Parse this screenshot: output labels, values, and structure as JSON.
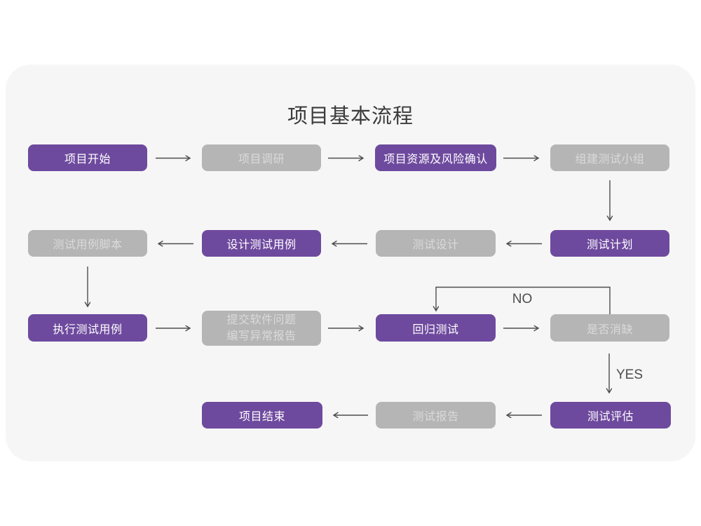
{
  "title": "项目基本流程",
  "colors": {
    "primary_box": "#6e4a9e",
    "primary_text": "#ffffff",
    "secondary_box": "#b5b5b5",
    "secondary_text": "#dadada",
    "arrow": "#4d4d4d",
    "card_background": "#f6f6f6",
    "page_background": "#ffffff",
    "title_text": "#3b3b3b"
  },
  "branch_labels": {
    "no": "NO",
    "yes": "YES"
  },
  "nodes": [
    {
      "id": "project-start",
      "label": "项目开始",
      "variant": "primary"
    },
    {
      "id": "project-research",
      "label": "项目调研",
      "variant": "secondary"
    },
    {
      "id": "resource-risk-confirm",
      "label": "项目资源及风险确认",
      "variant": "primary"
    },
    {
      "id": "build-test-team",
      "label": "组建测试小组",
      "variant": "secondary"
    },
    {
      "id": "test-case-script",
      "label": "测试用例脚本",
      "variant": "secondary"
    },
    {
      "id": "design-test-cases",
      "label": "设计测试用例",
      "variant": "primary"
    },
    {
      "id": "test-design",
      "label": "测试设计",
      "variant": "secondary"
    },
    {
      "id": "test-plan",
      "label": "测试计划",
      "variant": "primary"
    },
    {
      "id": "execute-test-cases",
      "label": "执行测试用例",
      "variant": "primary"
    },
    {
      "id": "submit-issue-report",
      "label": "提交软件问题\n编写异常报告",
      "variant": "secondary"
    },
    {
      "id": "regression-test",
      "label": "回归测试",
      "variant": "primary"
    },
    {
      "id": "defect-cleared",
      "label": "是否消缺",
      "variant": "secondary"
    },
    {
      "id": "project-end",
      "label": "项目结束",
      "variant": "primary"
    },
    {
      "id": "test-report",
      "label": "测试报告",
      "variant": "secondary"
    },
    {
      "id": "test-evaluation",
      "label": "测试评估",
      "variant": "primary"
    }
  ]
}
